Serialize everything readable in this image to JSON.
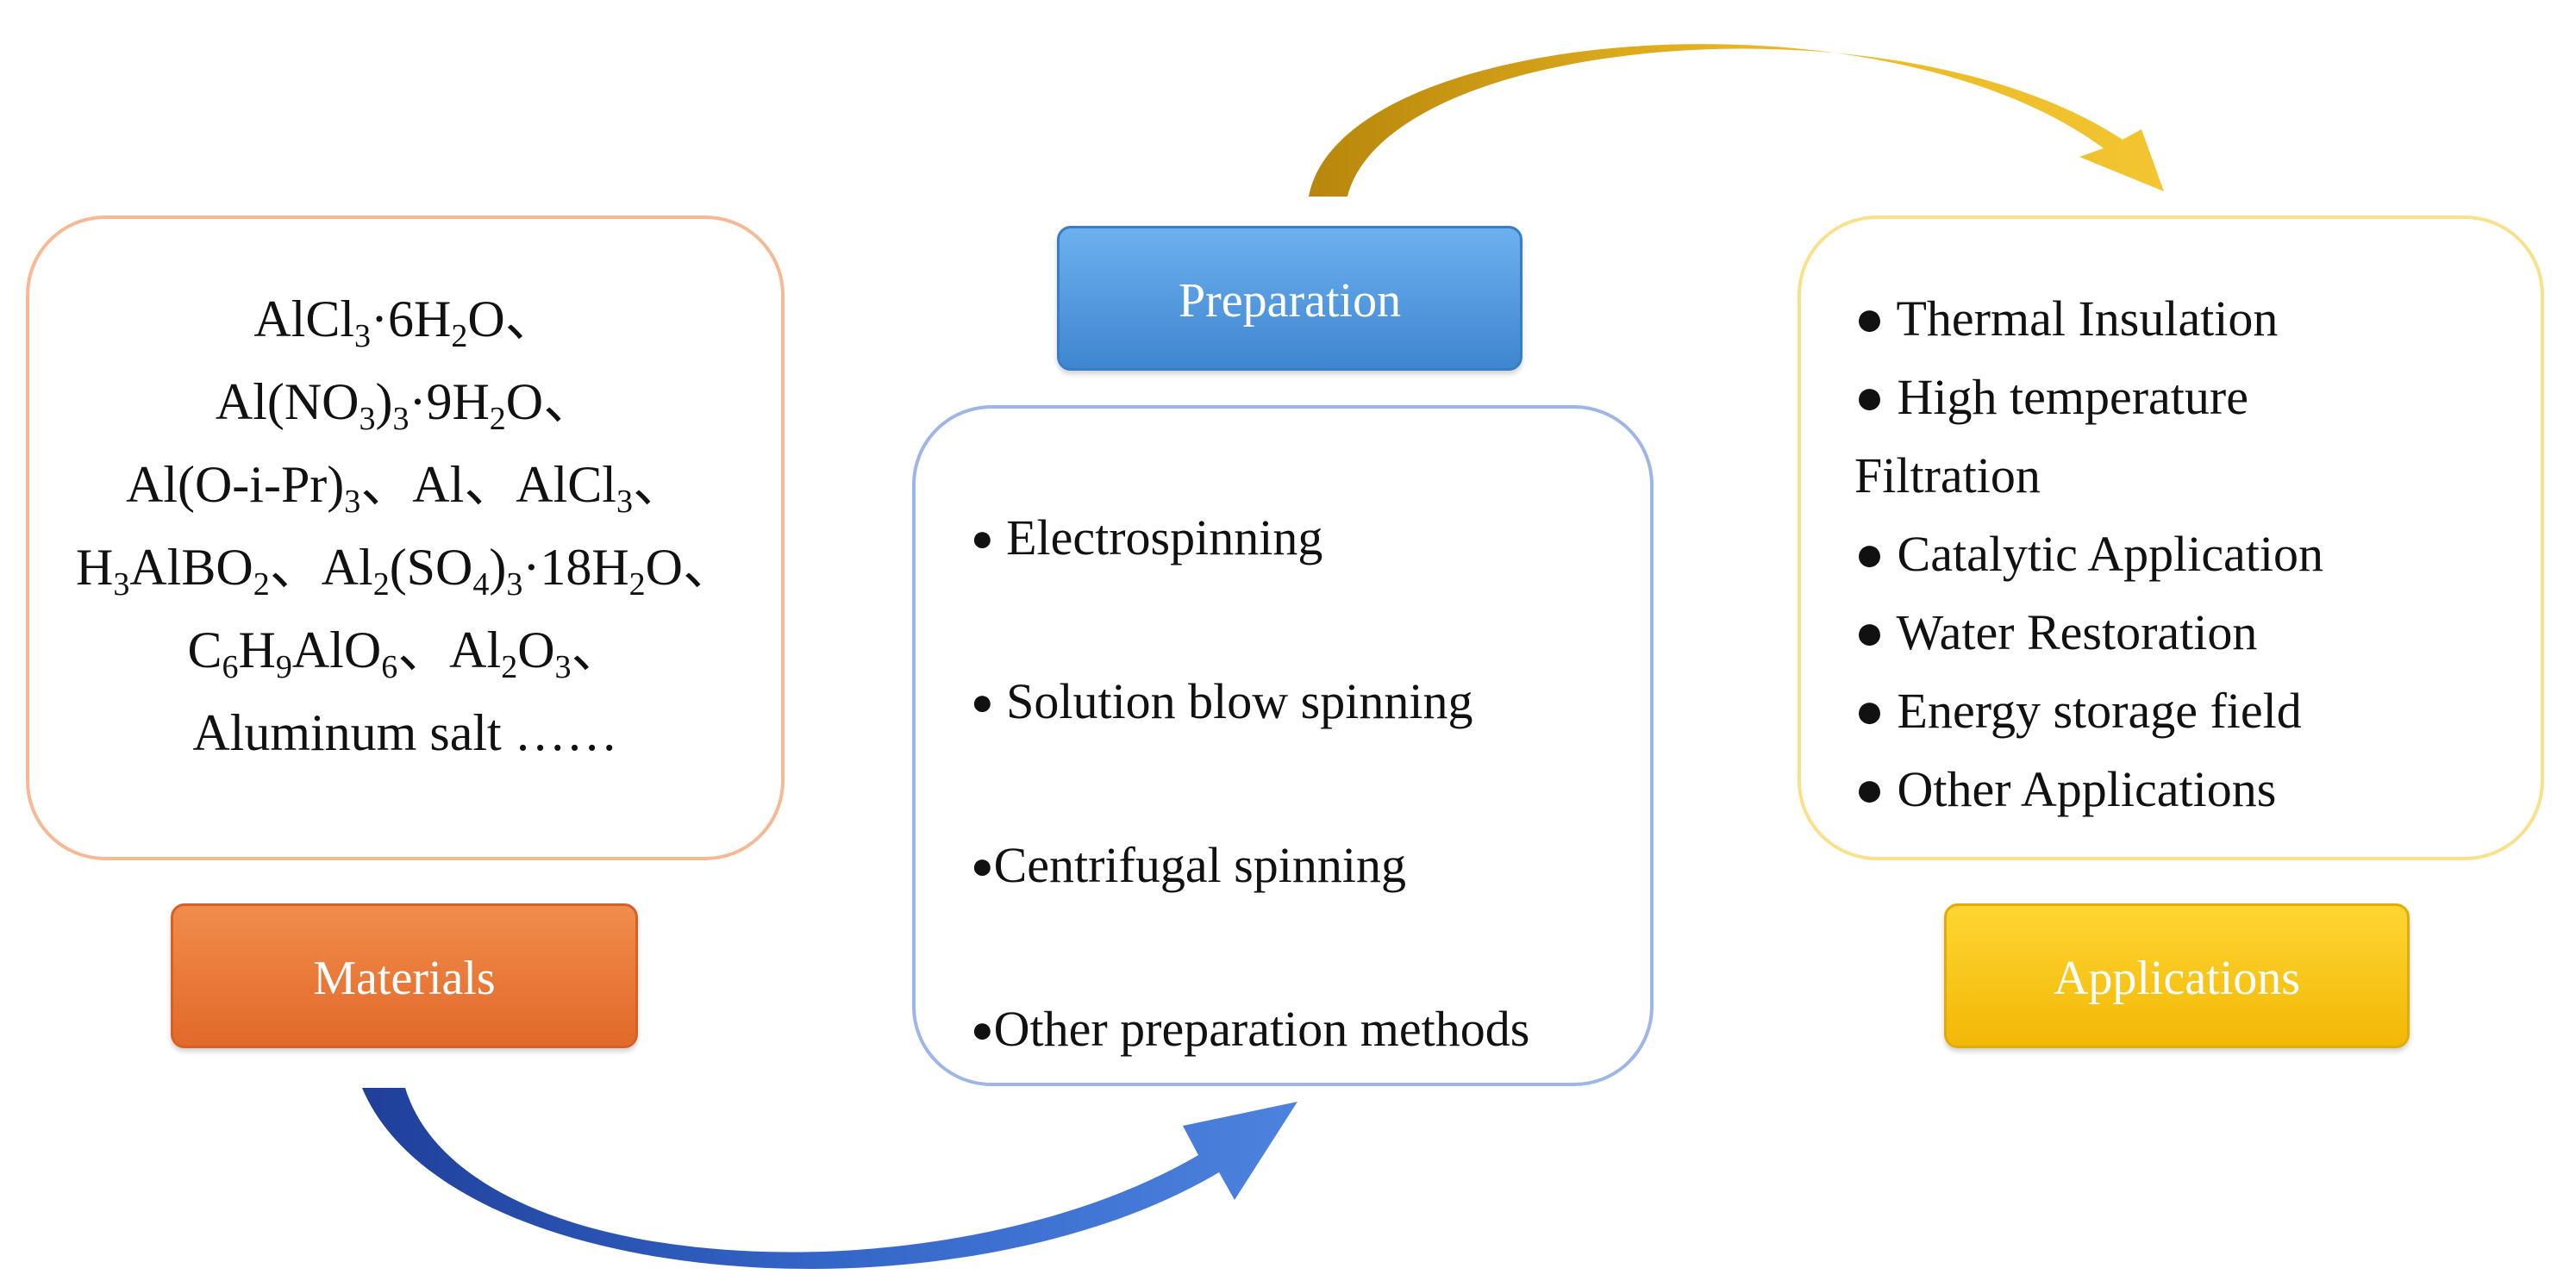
{
  "colors": {
    "materials_accent": "#ed7d31",
    "preparation_accent": "#4a90dc",
    "applications_accent": "#ffc000",
    "materials_border": "#f6b994",
    "methods_border": "#9db6e6",
    "applications_border": "#f9e08a",
    "arrow_blue": "#2f5bb7",
    "arrow_gold": "#d4a411"
  },
  "materials": {
    "label": "Materials",
    "lines": [
      [
        "AlCl",
        {
          "sub": "3"
        },
        "·6H",
        {
          "sub": "2"
        },
        "O、"
      ],
      [
        "Al(NO",
        {
          "sub": "3"
        },
        ")",
        {
          "sub": "3"
        },
        "·9H",
        {
          "sub": "2"
        },
        "O、"
      ],
      [
        "Al(O-i-Pr)",
        {
          "sub": "3"
        },
        "、Al、AlCl",
        {
          "sub": "3"
        },
        "、"
      ],
      [
        "H",
        {
          "sub": "3"
        },
        "AlBO",
        {
          "sub": "2"
        },
        "、Al",
        {
          "sub": "2"
        },
        "(SO",
        {
          "sub": "4"
        },
        ")",
        {
          "sub": "3"
        },
        "·18H",
        {
          "sub": "2"
        },
        "O、"
      ],
      [
        "C",
        {
          "sub": "6"
        },
        "H",
        {
          "sub": "9"
        },
        "AlO",
        {
          "sub": "6"
        },
        "、Al",
        {
          "sub": "2"
        },
        "O",
        {
          "sub": "3"
        },
        "、"
      ],
      [
        "Aluminum salt ……"
      ]
    ]
  },
  "preparation": {
    "label": "Preparation",
    "bullet": "●",
    "methods": [
      " Electrospinning",
      " Solution blow spinning",
      "Centrifugal spinning",
      "Other preparation methods"
    ]
  },
  "applications": {
    "label": "Applications",
    "items": [
      "● Thermal Insulation",
      "● High temperature",
      "Filtration",
      "● Catalytic Application",
      "● Water Restoration",
      "● Energy storage field",
      "● Other Applications"
    ]
  },
  "arrows": [
    {
      "from": "materials",
      "to": "preparation",
      "color": "#2f5bb7"
    },
    {
      "from": "preparation",
      "to": "applications",
      "color": "#d4a411"
    }
  ]
}
